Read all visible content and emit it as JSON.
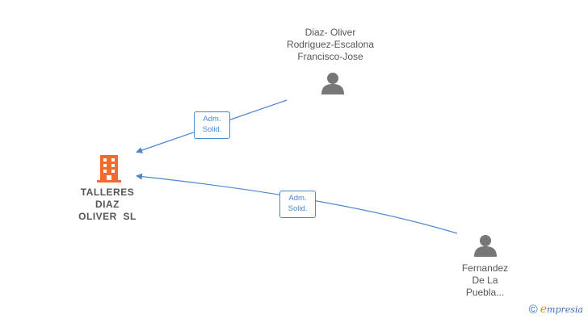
{
  "company": {
    "name_lines": [
      "TALLERES",
      "DIAZ",
      "OLIVER  SL"
    ],
    "color": "#f26a2e"
  },
  "people": [
    {
      "name_lines": [
        "Diaz- Oliver",
        "Rodriguez-Escalona",
        "Francisco-Jose"
      ],
      "icon": "person-icon"
    },
    {
      "name_lines": [
        "Fernandez",
        "De La",
        "Puebla..."
      ],
      "icon": "person-icon"
    }
  ],
  "edges": [
    {
      "from": "people.0",
      "to": "company",
      "label_lines": [
        "Adm.",
        "Solid."
      ]
    },
    {
      "from": "people.1",
      "to": "company",
      "label_lines": [
        "Adm.",
        "Solid."
      ]
    }
  ],
  "footer": {
    "copyright_symbol": "©",
    "brand_initial": "e",
    "brand_rest": "mpresia"
  },
  "colors": {
    "edge": "#4a86d4",
    "person_icon": "#777777",
    "text": "#555555"
  }
}
